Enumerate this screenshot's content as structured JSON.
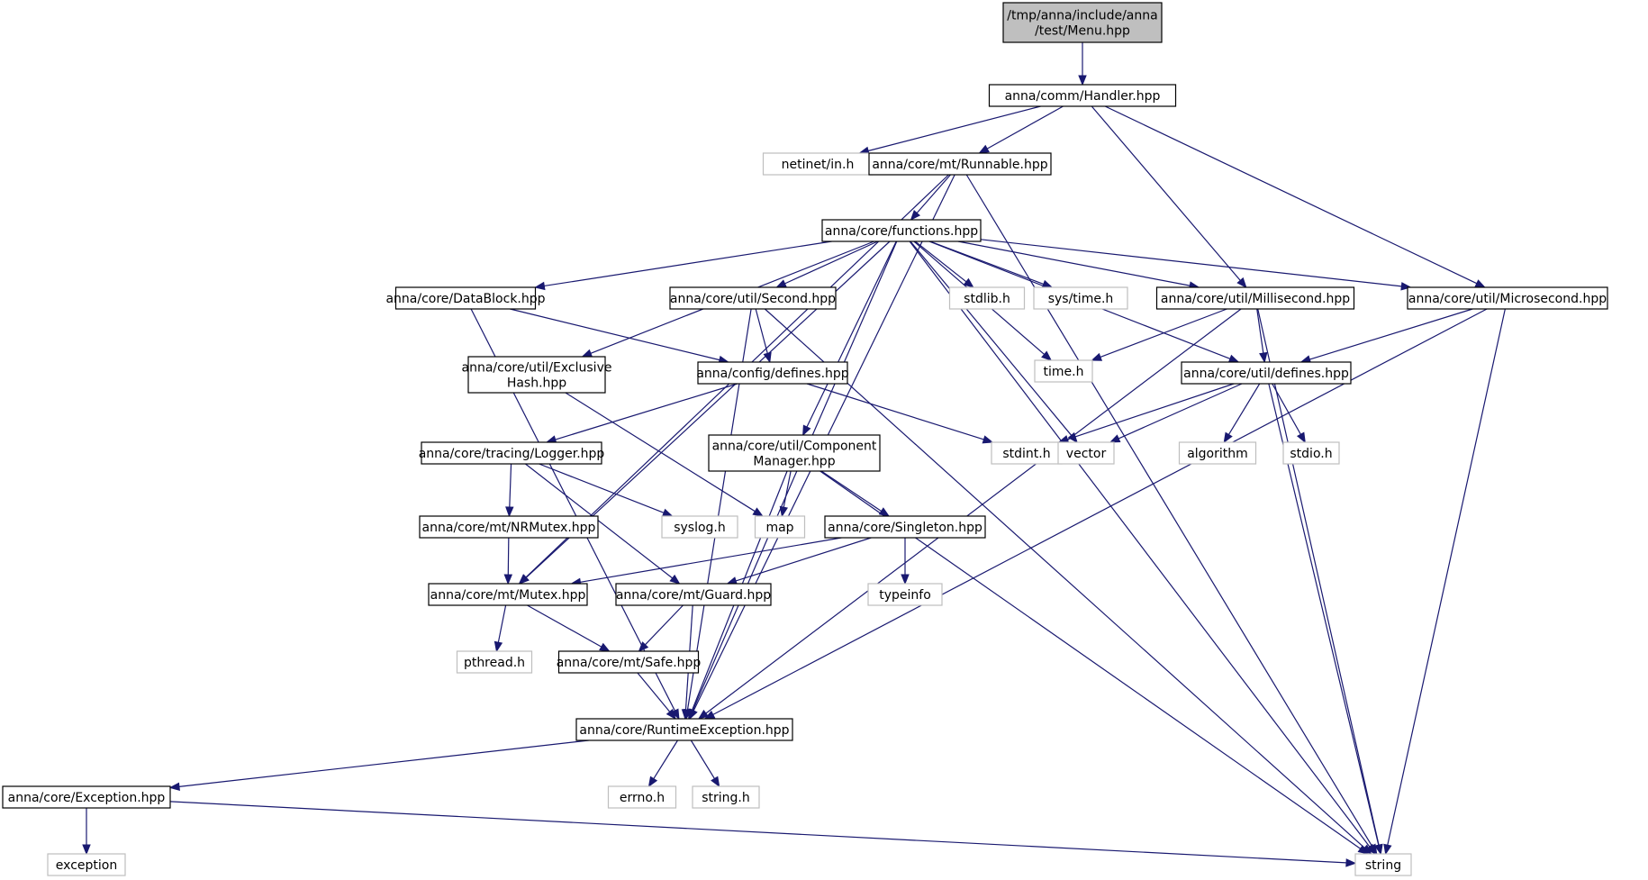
{
  "colors": {
    "edge": "#191970",
    "node_border": "#000000",
    "external_border": "#bfbfbf",
    "root_fill": "#bfbfbf"
  },
  "nodes": [
    {
      "id": "menu",
      "lines": [
        "/tmp/anna/include/anna",
        "/test/Menu.hpp"
      ],
      "kind": "root"
    },
    {
      "id": "handler",
      "lines": [
        "anna/comm/Handler.hpp"
      ],
      "kind": "local"
    },
    {
      "id": "netinet",
      "lines": [
        "netinet/in.h"
      ],
      "kind": "external"
    },
    {
      "id": "runnable",
      "lines": [
        "anna/core/mt/Runnable.hpp"
      ],
      "kind": "local"
    },
    {
      "id": "functions",
      "lines": [
        "anna/core/functions.hpp"
      ],
      "kind": "local"
    },
    {
      "id": "datablock",
      "lines": [
        "anna/core/DataBlock.hpp"
      ],
      "kind": "local"
    },
    {
      "id": "second",
      "lines": [
        "anna/core/util/Second.hpp"
      ],
      "kind": "local"
    },
    {
      "id": "stdlib",
      "lines": [
        "stdlib.h"
      ],
      "kind": "external"
    },
    {
      "id": "systime",
      "lines": [
        "sys/time.h"
      ],
      "kind": "external"
    },
    {
      "id": "millisecond",
      "lines": [
        "anna/core/util/Millisecond.hpp"
      ],
      "kind": "local"
    },
    {
      "id": "microsecond",
      "lines": [
        "anna/core/util/Microsecond.hpp"
      ],
      "kind": "local"
    },
    {
      "id": "exclusivehash",
      "lines": [
        "anna/core/util/Exclusive",
        "Hash.hpp"
      ],
      "kind": "local"
    },
    {
      "id": "configdefines",
      "lines": [
        "anna/config/defines.hpp"
      ],
      "kind": "local"
    },
    {
      "id": "timeh",
      "lines": [
        "time.h"
      ],
      "kind": "external"
    },
    {
      "id": "utildefines",
      "lines": [
        "anna/core/util/defines.hpp"
      ],
      "kind": "local"
    },
    {
      "id": "logger",
      "lines": [
        "anna/core/tracing/Logger.hpp"
      ],
      "kind": "local"
    },
    {
      "id": "componentmanager",
      "lines": [
        "anna/core/util/Component",
        "Manager.hpp"
      ],
      "kind": "local"
    },
    {
      "id": "stdint",
      "lines": [
        "stdint.h"
      ],
      "kind": "external"
    },
    {
      "id": "vector",
      "lines": [
        "vector"
      ],
      "kind": "external"
    },
    {
      "id": "algorithm",
      "lines": [
        "algorithm"
      ],
      "kind": "external"
    },
    {
      "id": "stdio",
      "lines": [
        "stdio.h"
      ],
      "kind": "external"
    },
    {
      "id": "nrmutex",
      "lines": [
        "anna/core/mt/NRMutex.hpp"
      ],
      "kind": "local"
    },
    {
      "id": "syslog",
      "lines": [
        "syslog.h"
      ],
      "kind": "external"
    },
    {
      "id": "map",
      "lines": [
        "map"
      ],
      "kind": "external"
    },
    {
      "id": "singleton",
      "lines": [
        "anna/core/Singleton.hpp"
      ],
      "kind": "local"
    },
    {
      "id": "mutex",
      "lines": [
        "anna/core/mt/Mutex.hpp"
      ],
      "kind": "local"
    },
    {
      "id": "guard",
      "lines": [
        "anna/core/mt/Guard.hpp"
      ],
      "kind": "local"
    },
    {
      "id": "typeinfo",
      "lines": [
        "typeinfo"
      ],
      "kind": "external"
    },
    {
      "id": "pthread",
      "lines": [
        "pthread.h"
      ],
      "kind": "external"
    },
    {
      "id": "safe",
      "lines": [
        "anna/core/mt/Safe.hpp"
      ],
      "kind": "local"
    },
    {
      "id": "runtimeexception",
      "lines": [
        "anna/core/RuntimeException.hpp"
      ],
      "kind": "local"
    },
    {
      "id": "exception_hpp",
      "lines": [
        "anna/core/Exception.hpp"
      ],
      "kind": "local"
    },
    {
      "id": "errno",
      "lines": [
        "errno.h"
      ],
      "kind": "external"
    },
    {
      "id": "stringh",
      "lines": [
        "string.h"
      ],
      "kind": "external"
    },
    {
      "id": "exception",
      "lines": [
        "exception"
      ],
      "kind": "external"
    },
    {
      "id": "string",
      "lines": [
        "string"
      ],
      "kind": "external"
    }
  ],
  "edges": [
    [
      "menu",
      "handler"
    ],
    [
      "handler",
      "netinet"
    ],
    [
      "handler",
      "runnable"
    ],
    [
      "handler",
      "millisecond"
    ],
    [
      "handler",
      "microsecond"
    ],
    [
      "runnable",
      "functions"
    ],
    [
      "runnable",
      "mutex"
    ],
    [
      "runnable",
      "runtimeexception"
    ],
    [
      "runnable",
      "string"
    ],
    [
      "functions",
      "datablock"
    ],
    [
      "functions",
      "exclusivehash"
    ],
    [
      "functions",
      "componentmanager"
    ],
    [
      "functions",
      "second"
    ],
    [
      "functions",
      "stdlib"
    ],
    [
      "functions",
      "systime"
    ],
    [
      "functions",
      "millisecond"
    ],
    [
      "functions",
      "microsecond"
    ],
    [
      "functions",
      "utildefines"
    ],
    [
      "functions",
      "timeh"
    ],
    [
      "functions",
      "vector"
    ],
    [
      "functions",
      "mutex"
    ],
    [
      "functions",
      "runtimeexception"
    ],
    [
      "functions",
      "string"
    ],
    [
      "datablock",
      "configdefines"
    ],
    [
      "datablock",
      "runtimeexception"
    ],
    [
      "second",
      "configdefines"
    ],
    [
      "second",
      "runtimeexception"
    ],
    [
      "second",
      "string"
    ],
    [
      "millisecond",
      "timeh"
    ],
    [
      "millisecond",
      "utildefines"
    ],
    [
      "millisecond",
      "runtimeexception"
    ],
    [
      "millisecond",
      "string"
    ],
    [
      "microsecond",
      "utildefines"
    ],
    [
      "microsecond",
      "runtimeexception"
    ],
    [
      "microsecond",
      "string"
    ],
    [
      "exclusivehash",
      "map"
    ],
    [
      "configdefines",
      "logger"
    ],
    [
      "configdefines",
      "stdint"
    ],
    [
      "utildefines",
      "stdint"
    ],
    [
      "utildefines",
      "vector"
    ],
    [
      "utildefines",
      "algorithm"
    ],
    [
      "utildefines",
      "stdio"
    ],
    [
      "utildefines",
      "string"
    ],
    [
      "logger",
      "nrmutex"
    ],
    [
      "logger",
      "syslog"
    ],
    [
      "logger",
      "guard"
    ],
    [
      "componentmanager",
      "map"
    ],
    [
      "componentmanager",
      "singleton"
    ],
    [
      "componentmanager",
      "runtimeexception"
    ],
    [
      "componentmanager",
      "string"
    ],
    [
      "nrmutex",
      "mutex"
    ],
    [
      "singleton",
      "mutex"
    ],
    [
      "singleton",
      "guard"
    ],
    [
      "singleton",
      "typeinfo"
    ],
    [
      "mutex",
      "pthread"
    ],
    [
      "mutex",
      "safe"
    ],
    [
      "guard",
      "safe"
    ],
    [
      "guard",
      "runtimeexception"
    ],
    [
      "safe",
      "runtimeexception"
    ],
    [
      "runtimeexception",
      "exception_hpp"
    ],
    [
      "runtimeexception",
      "errno"
    ],
    [
      "runtimeexception",
      "stringh"
    ],
    [
      "exception_hpp",
      "exception"
    ],
    [
      "exception_hpp",
      "string"
    ]
  ]
}
